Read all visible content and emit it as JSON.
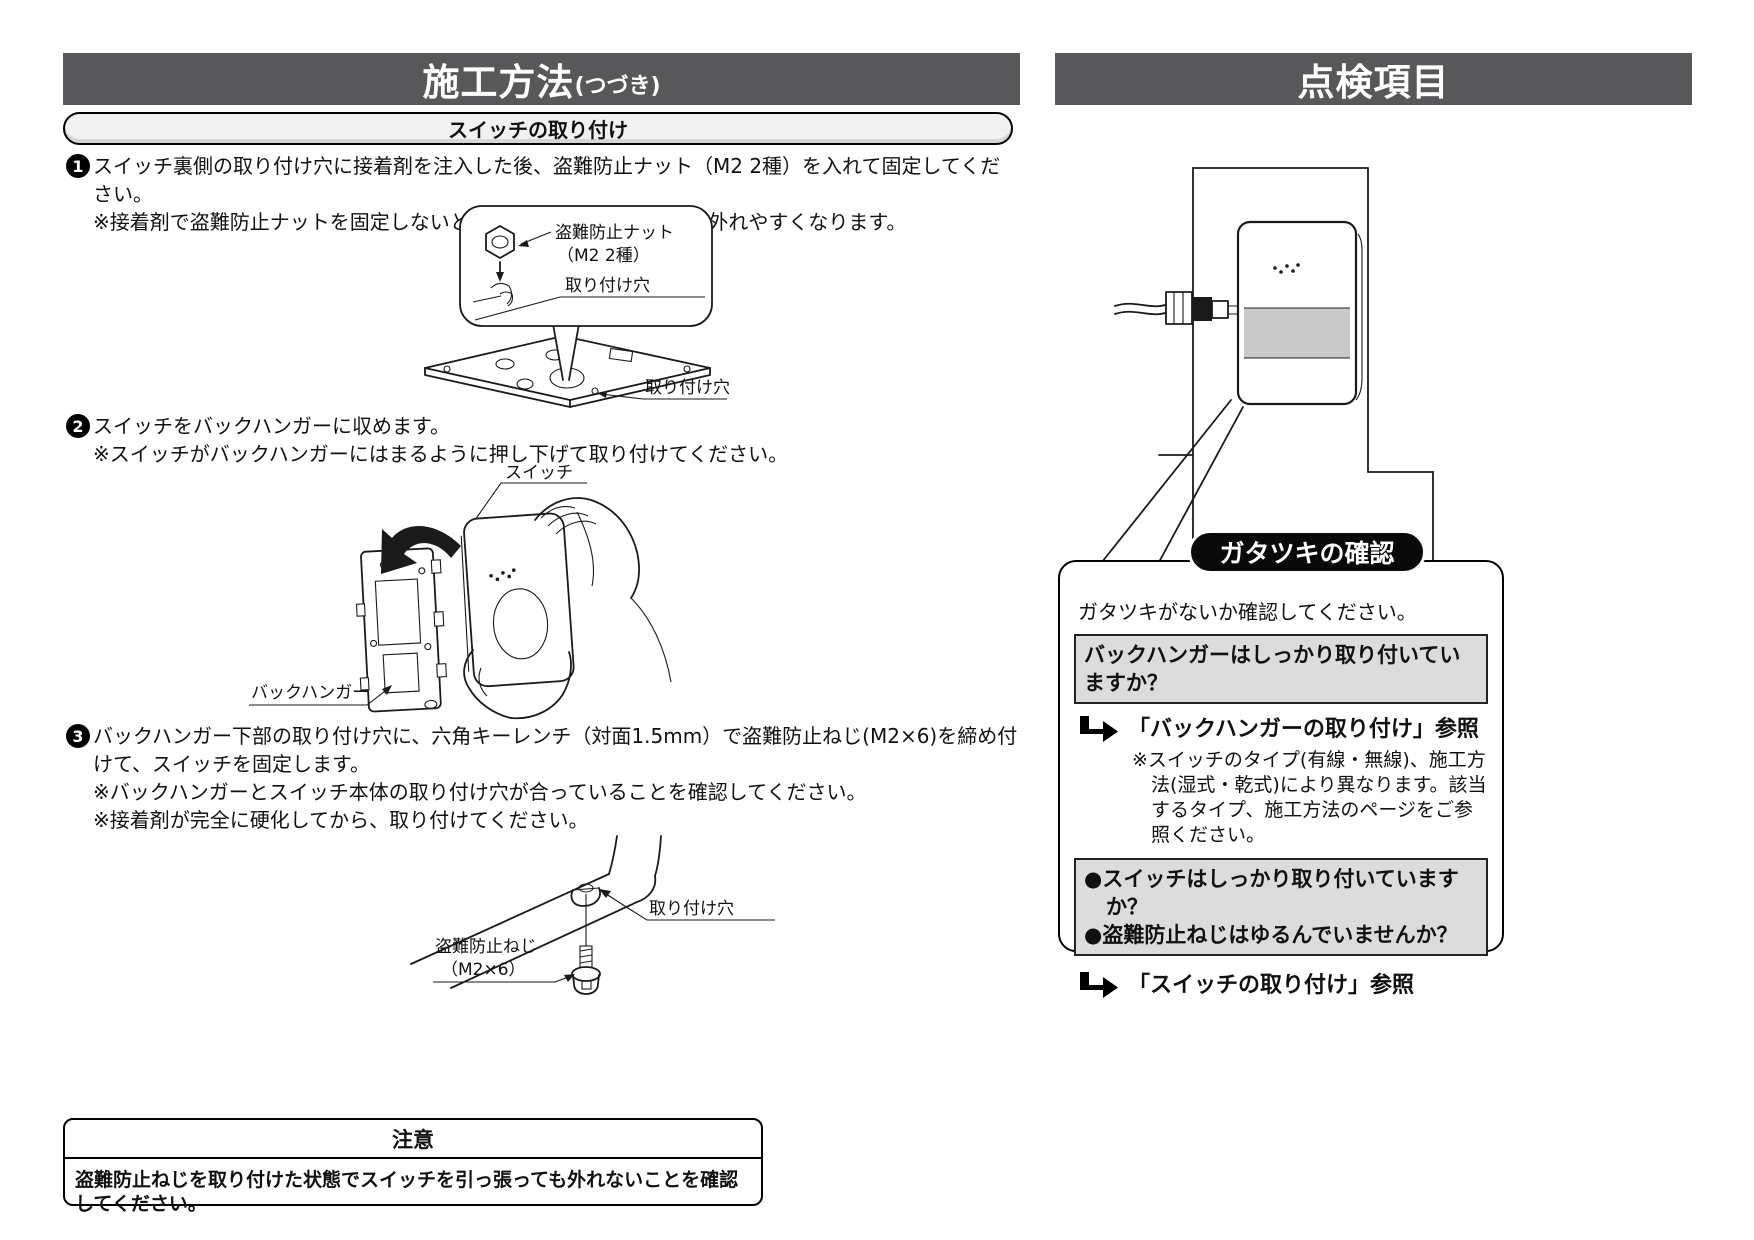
{
  "page": {
    "left": {
      "header_title": "施工方法",
      "header_suffix": "(つづき)",
      "section_title": "スイッチの取り付け",
      "steps": [
        {
          "num": "1",
          "text": "スイッチ裏側の取り付け穴に接着剤を注入した後、盗難防止ナット（M2 2種）を入れて固定してください。",
          "note1": "※接着剤で盗難防止ナットを固定しないと、盗難防止ナットが動いて外れやすくなります。"
        },
        {
          "num": "2",
          "text": "スイッチをバックハンガーに収めます。",
          "note1": "※スイッチがバックハンガーにはまるように押し下げて取り付けてください。"
        },
        {
          "num": "3",
          "text": "バックハンガー下部の取り付け穴に、六角キーレンチ（対面1.5mm）で盗難防止ねじ(M2×6)を締め付けて、スイッチを固定します。",
          "note1": "※バックハンガーとスイッチ本体の取り付け穴が合っていることを確認してください。",
          "note2": "※接着剤が完全に硬化してから、取り付けてください。"
        }
      ],
      "fig1": {
        "nut_label": "盗難防止ナット",
        "nut_label_sub": "（M2 2種）",
        "hole_label_callout": "取り付け穴",
        "hole_label_plate": "取り付け穴"
      },
      "fig2": {
        "switch_label": "スイッチ",
        "hanger_label": "バックハンガー"
      },
      "fig3": {
        "hole_label": "取り付け穴",
        "screw_label": "盗難防止ねじ",
        "screw_label_sub": "（M2×6）"
      },
      "caution_title": "注意",
      "caution_text": "盗難防止ねじを取り付けた状態でスイッチを引っ張っても外れないことを確認してください。"
    },
    "right": {
      "header_title": "点検項目",
      "banner": "ガタツキの確認",
      "intro": "ガタツキがないか確認してください。",
      "question1": "バックハンガーはしっかり取り付いていますか？",
      "ref1": "「バックハンガーの取り付け」参照",
      "ref1_note": "※スイッチのタイプ(有線・無線)、施工方法(湿式・乾式)により異なります。該当するタイプ、施工方法のページをご参照ください。",
      "question2_items": [
        "●スイッチはしっかり取り付いていますか？",
        "●盗難防止ねじはゆるんでいませんか？"
      ],
      "ref2": "「スイッチの取り付け」参照"
    }
  }
}
